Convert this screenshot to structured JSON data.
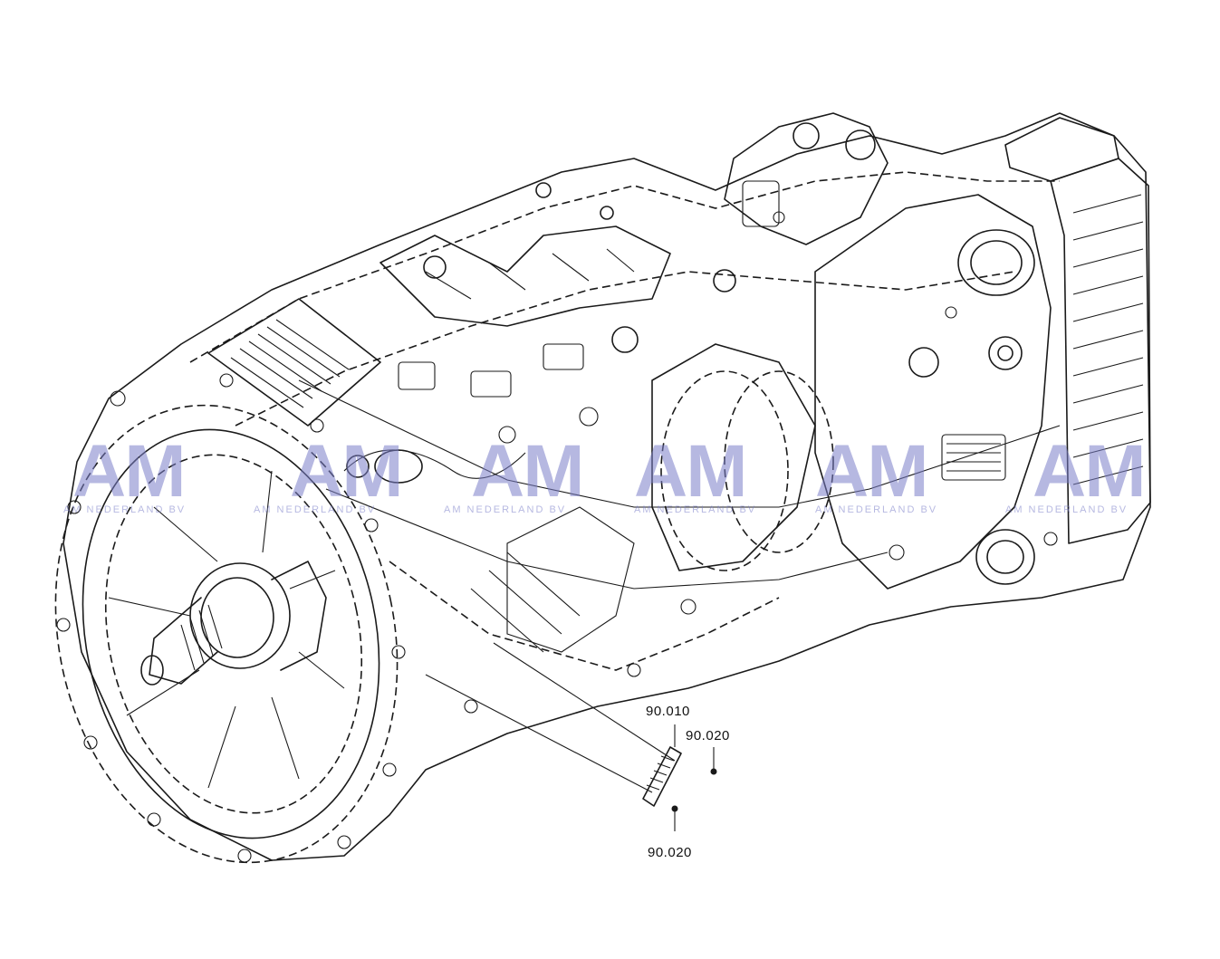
{
  "callouts": {
    "c1": "90.010",
    "c2": "90.020",
    "c3": "90.020"
  },
  "watermark": {
    "logo_text": "AM",
    "caption": "AM NEDERLAND BV",
    "color": "#7b7fc9"
  },
  "colors": {
    "ink": "#1a1a1a",
    "background": "#ffffff"
  }
}
